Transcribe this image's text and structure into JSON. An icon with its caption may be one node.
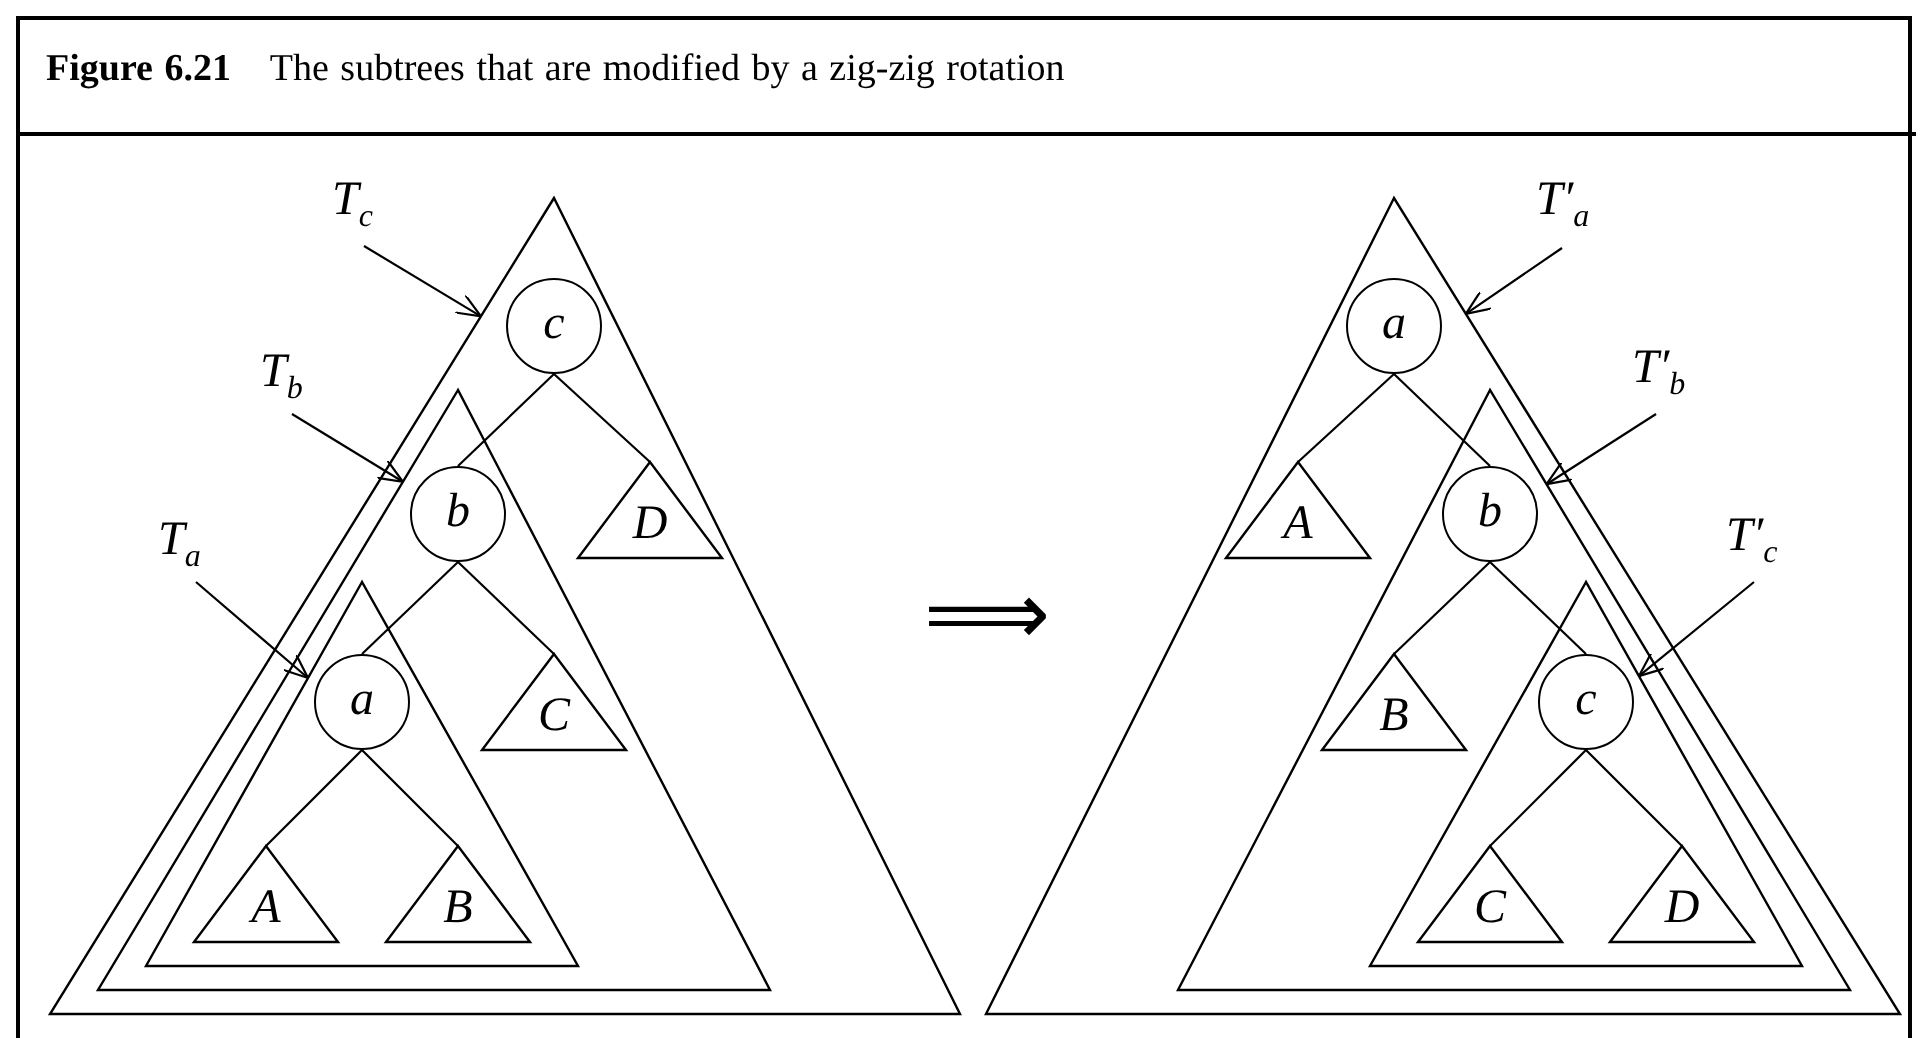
{
  "diagram": {
    "title": "**Figure 6.21** The subtrees that are modified by a zig-zig rotation",
    "nodes": [
      {
        "text": [],
        "shape": "triangle"
      },
      {
        "text": [
          "T$_{c}$"
        ]
      },
      {
        "text": [
          "c"
        ],
        "in": 0
      },
      {
        "text": [],
        "shape": "triangle",
        "in": 0
      },
      {
        "text": [
          "T$_{b}$"
        ]
      },
      {
        "text": [
          "b"
        ],
        "in": 3
      },
      {
        "text": [
          "D"
        ],
        "in": 0
      },
      {
        "text": [],
        "shape": "triangle",
        "in": 3
      },
      {
        "text": [
          "T$_{a}$"
        ]
      },
      {
        "text": [
          "a"
        ],
        "in": 7
      },
      {
        "text": [
          "C"
        ],
        "in": 3
      },
      {
        "text": [
          "A"
        ],
        "in": 7
      },
      {
        "text": [
          "B"
        ],
        "in": 7
      },
      {
        "text": [],
        "shape": "triangle"
      },
      {
        "text": [
          "T′$_{a}$"
        ]
      },
      {
        "text": [
          "a"
        ],
        "in": 13
      },
      {
        "text": [
          "A"
        ],
        "in": 13
      },
      {
        "text": [],
        "shape": "triangle",
        "in": 13
      },
      {
        "text": [
          "T′$_{b}$"
        ]
      },
      {
        "text": [
          "b"
        ],
        "in": 17
      },
      {
        "text": [
          "B"
        ],
        "in": 17
      },
      {
        "text": [],
        "shape": "triangle",
        "in": 17
      },
      {
        "text": [
          "T′$_{c}$"
        ]
      },
      {
        "text": [
          "c"
        ],
        "in": 21
      },
      {
        "text": [
          "C"
        ],
        "in": 21
      },
      {
        "text": [
          "D"
        ],
        "in": 21
      }
    ],
    "edges": [
      {
        "from": 2,
        "to": 5,
        "arrow": "none"
      },
      {
        "from": 2,
        "to": 6,
        "arrow": "none"
      },
      {
        "from": 5,
        "to": 9,
        "arrow": "none"
      },
      {
        "from": 5,
        "to": 10,
        "arrow": "none"
      },
      {
        "from": 9,
        "to": 11,
        "arrow": "none"
      },
      {
        "from": 9,
        "to": 12,
        "arrow": "none"
      },
      {
        "from": 1,
        "to": 0,
        "arrow": "to"
      },
      {
        "from": 4,
        "to": 3,
        "arrow": "to"
      },
      {
        "from": 8,
        "to": 7,
        "arrow": "to"
      },
      {
        "from": 15,
        "to": 16,
        "arrow": "none"
      },
      {
        "from": 15,
        "to": 19,
        "arrow": "none"
      },
      {
        "from": 19,
        "to": 20,
        "arrow": "none"
      },
      {
        "from": 19,
        "to": 23,
        "arrow": "none"
      },
      {
        "from": 23,
        "to": 24,
        "arrow": "none"
      },
      {
        "from": 23,
        "to": 25,
        "arrow": "none"
      },
      {
        "from": 14,
        "to": 13,
        "arrow": "to"
      },
      {
        "from": 18,
        "to": 17,
        "arrow": "to"
      },
      {
        "from": 22,
        "to": 21,
        "arrow": "to"
      }
    ],
    "labels": [
      "⟹"
    ]
  }
}
